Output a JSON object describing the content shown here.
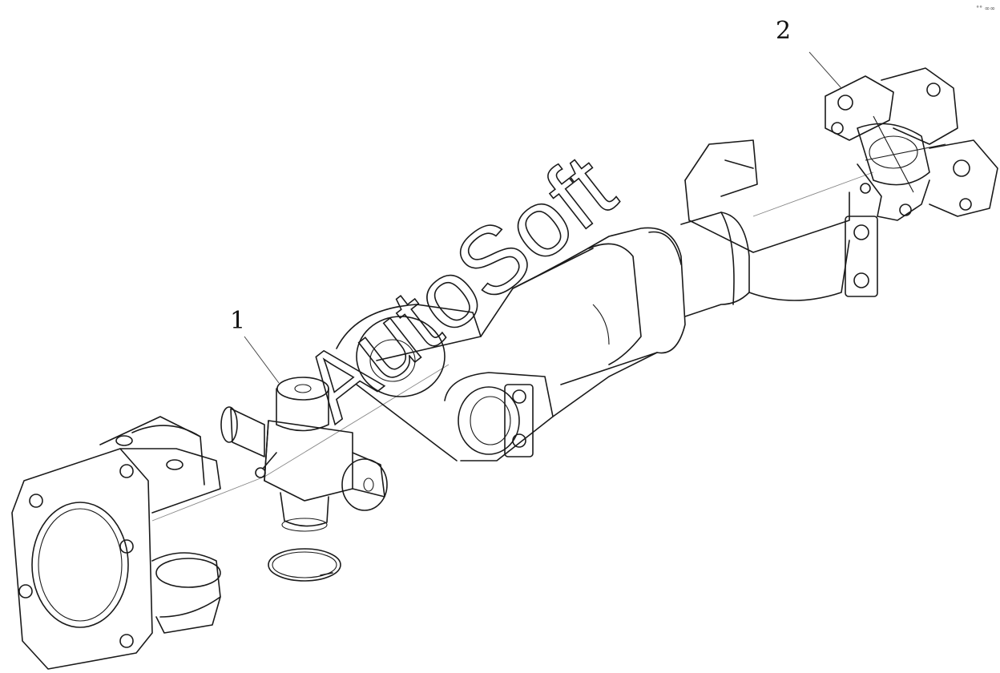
{
  "diagram": {
    "callouts": [
      {
        "id": "1",
        "label": "1"
      },
      {
        "id": "2",
        "label": "2"
      }
    ],
    "watermark": "AutoSoft",
    "corner_mark": "°° ∞∞"
  },
  "colors": {
    "line": "#1a1a1a",
    "background": "#ffffff"
  }
}
